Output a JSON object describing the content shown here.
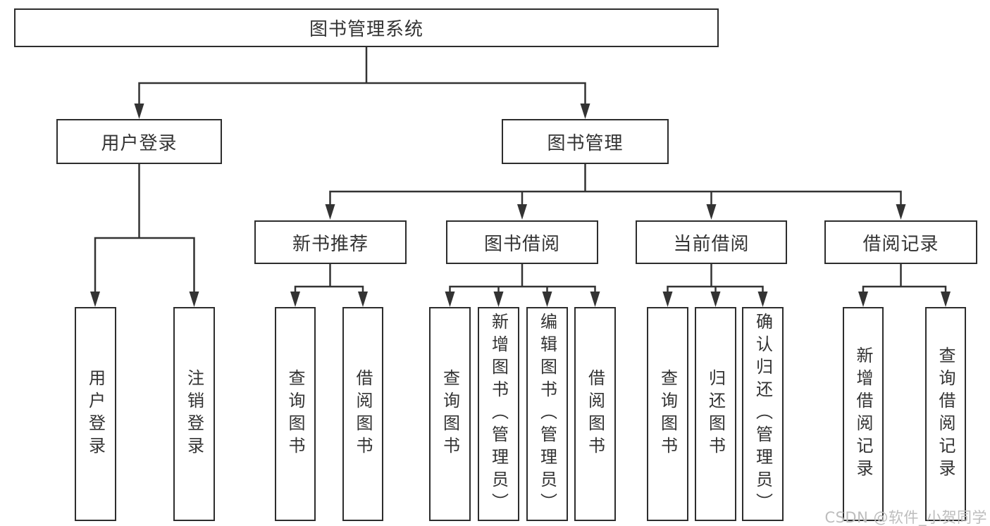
{
  "tree": {
    "root": {
      "label": "图书管理系统"
    },
    "branches": [
      {
        "label": "用户登录",
        "children": [
          {
            "label": "用户登录"
          },
          {
            "label": "注销登录"
          }
        ]
      },
      {
        "label": "图书管理",
        "children": [
          {
            "label": "新书推荐",
            "children": [
              {
                "label": "查询图书"
              },
              {
                "label": "借阅图书"
              }
            ]
          },
          {
            "label": "图书借阅",
            "children": [
              {
                "label": "查询图书"
              },
              {
                "label": "新增图书（管理员）"
              },
              {
                "label": "编辑图书（管理员）"
              },
              {
                "label": "借阅图书"
              }
            ]
          },
          {
            "label": "当前借阅",
            "children": [
              {
                "label": "查询图书"
              },
              {
                "label": "归还图书"
              },
              {
                "label": "确认归还（管理员）"
              }
            ]
          },
          {
            "label": "借阅记录",
            "children": [
              {
                "label": "新增借阅记录"
              },
              {
                "label": "查询借阅记录"
              }
            ]
          }
        ]
      }
    ]
  },
  "watermark": {
    "text": "CSDN @软件_小贺同学",
    "color": "#bdbdbd"
  },
  "colors": {
    "line": "#333333",
    "box_border": "#2d2d2d",
    "text": "#333333",
    "watermark": "#bdbdbd",
    "background": "#ffffff"
  }
}
